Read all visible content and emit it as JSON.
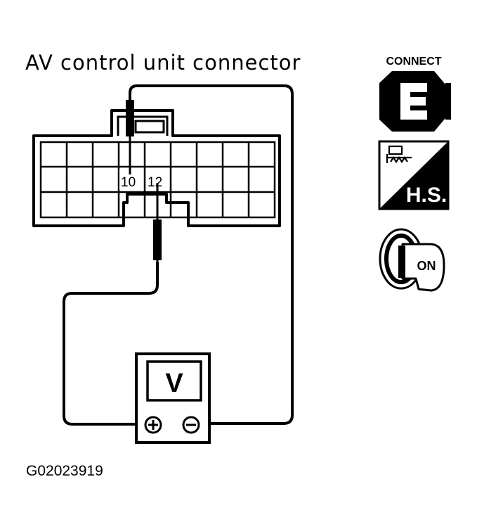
{
  "title": "AV control unit connector",
  "figure_id": "G02023919",
  "connector": {
    "rows": 3,
    "cols": 9,
    "pins": [
      {
        "number": "10",
        "probe": "negative"
      },
      {
        "number": "12",
        "probe": "positive"
      }
    ]
  },
  "meter": {
    "label": "V",
    "positive_symbol": "+",
    "negative_symbol": "−"
  },
  "icons": [
    {
      "name": "connect-icon",
      "label": "CONNECT"
    },
    {
      "name": "hs-icon",
      "label": "H.S."
    },
    {
      "name": "ignition-on-icon",
      "label": "ON"
    }
  ],
  "colors": {
    "line": "#000000",
    "background": "#ffffff"
  }
}
